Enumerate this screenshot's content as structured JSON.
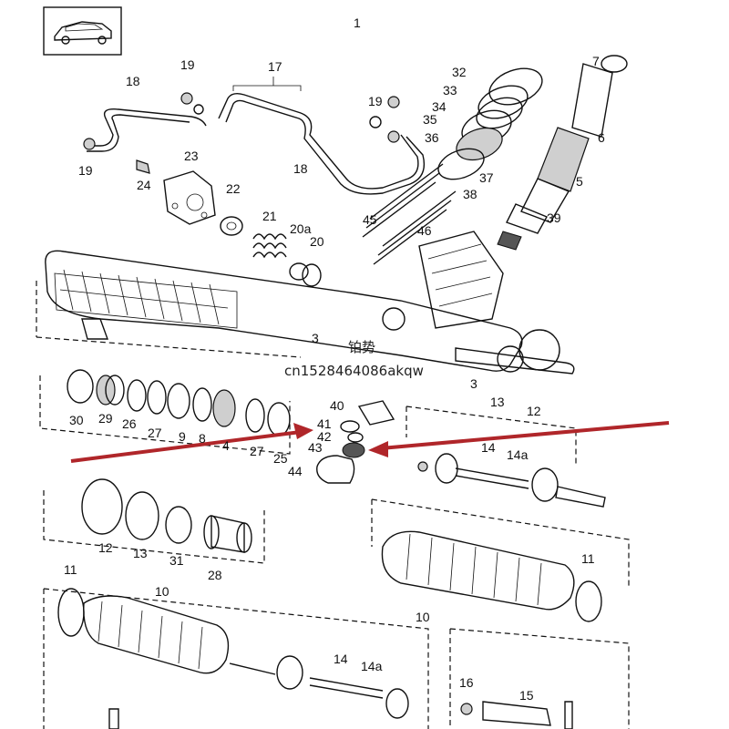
{
  "diagram": {
    "page_number": "1",
    "watermark_text": "铂势",
    "watermark_code": "cn1528464086akqw",
    "arrow_color": "#b0262a",
    "part_labels": {
      "p1": "1",
      "p17": "17",
      "p18a": "18",
      "p18b": "18",
      "p19a": "19",
      "p19b": "19",
      "p19c": "19",
      "p32": "32",
      "p33": "33",
      "p34": "34",
      "p35": "35",
      "p36": "36",
      "p37": "37",
      "p38": "38",
      "p7": "7",
      "p6": "6",
      "p5": "5",
      "p39": "39",
      "p23": "23",
      "p24": "24",
      "p22": "22",
      "p21": "21",
      "p20a": "20a",
      "p20": "20",
      "p45": "45",
      "p46": "46",
      "p3a": "3",
      "p3b": "3",
      "p13a": "13",
      "p12a": "12",
      "p30": "30",
      "p29": "29",
      "p26": "26",
      "p27a": "27",
      "p9": "9",
      "p8": "8",
      "p4": "4",
      "p27b": "27",
      "p25": "25",
      "p40": "40",
      "p41": "41",
      "p42": "42",
      "p43": "43",
      "p44": "44",
      "p14a_top": "14",
      "p14aa_top": "14a",
      "p12b": "12",
      "p13b": "13",
      "p31": "31",
      "p28": "28",
      "p11a": "11",
      "p11b": "11",
      "p10a": "10",
      "p10b": "10",
      "p14b": "14",
      "p14ab": "14a",
      "p16": "16",
      "p15": "15"
    }
  }
}
